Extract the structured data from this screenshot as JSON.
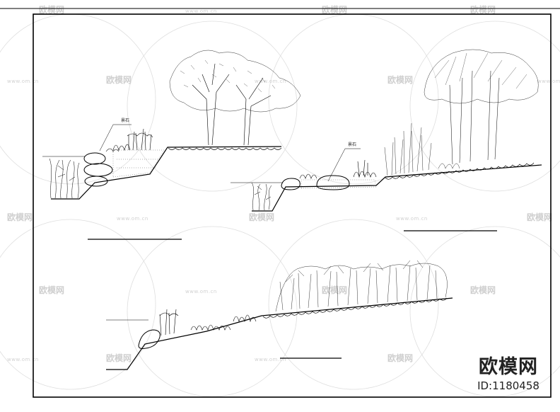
{
  "labels": {
    "stone_1": "景石",
    "stone_2": "景石"
  },
  "watermark": {
    "logo_text": "欧模网",
    "url_text": "www.om.cn"
  },
  "brand": {
    "logo": "欧模网",
    "id": "ID:1180458"
  },
  "colors": {
    "line": "#000000",
    "watermark": "#d0d0d0"
  }
}
